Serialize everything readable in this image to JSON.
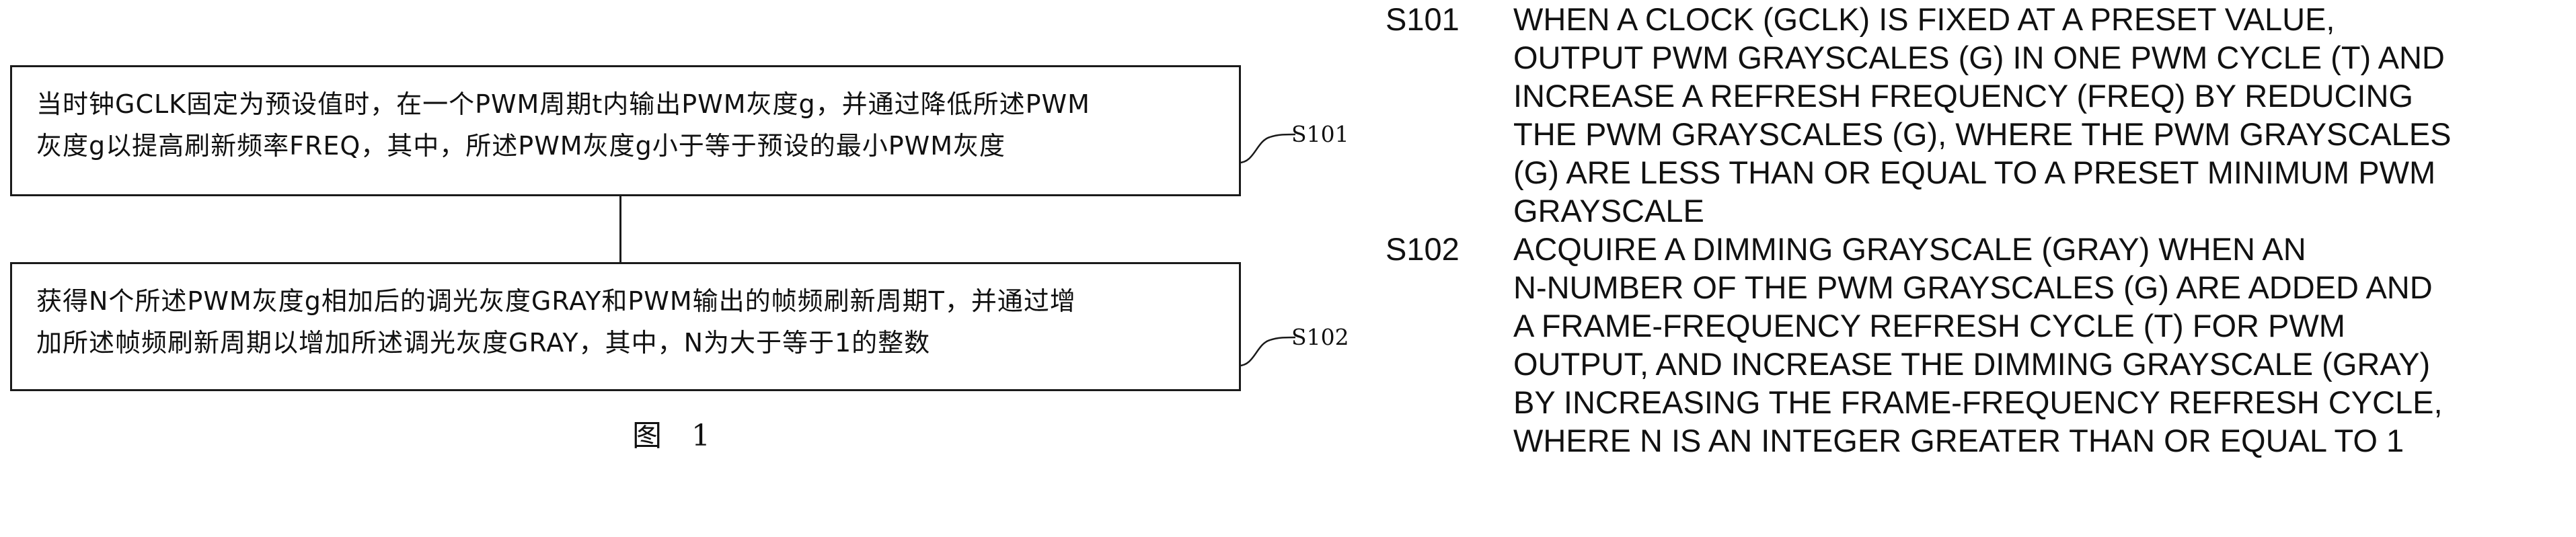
{
  "flowchart": {
    "steps": [
      {
        "id": "S101",
        "lines": [
          "当时钟GCLK固定为预设值时，在一个PWM周期t内输出PWM灰度g，并通过降低所述PWM",
          "灰度g以提高刷新频率FREQ，其中，所述PWM灰度g小于等于预设的最小PWM灰度"
        ]
      },
      {
        "id": "S102",
        "lines": [
          "获得N个所述PWM灰度g相加后的调光灰度GRAY和PWM输出的帧频刷新周期T，并通过增",
          "加所述帧频刷新周期以增加所述调光灰度GRAY，其中，N为大于等于1的整数"
        ]
      }
    ],
    "caption": "图 1"
  },
  "description": {
    "steps": [
      {
        "label": "S101",
        "lines": [
          "WHEN A CLOCK (GCLK) IS FIXED AT A PRESET VALUE,",
          "OUTPUT PWM GRAYSCALES (G) IN ONE PWM CYCLE (T) AND",
          "INCREASE A REFRESH FREQUENCY (FREQ) BY REDUCING",
          "THE PWM GRAYSCALES (G), WHERE THE PWM GRAYSCALES",
          "(G) ARE LESS THAN OR EQUAL TO A PRESET MINIMUM PWM",
          "GRAYSCALE"
        ]
      },
      {
        "label": "S102",
        "lines": [
          "ACQUIRE A DIMMING GRAYSCALE (GRAY) WHEN AN",
          "N-NUMBER OF THE PWM GRAYSCALES (G) ARE ADDED AND",
          "A FRAME-FREQUENCY REFRESH CYCLE (T) FOR PWM",
          "OUTPUT, AND INCREASE THE DIMMING GRAYSCALE (GRAY)",
          "BY INCREASING THE FRAME-FREQUENCY REFRESH CYCLE,",
          "WHERE N IS AN INTEGER GREATER THAN OR EQUAL TO 1"
        ]
      }
    ]
  }
}
